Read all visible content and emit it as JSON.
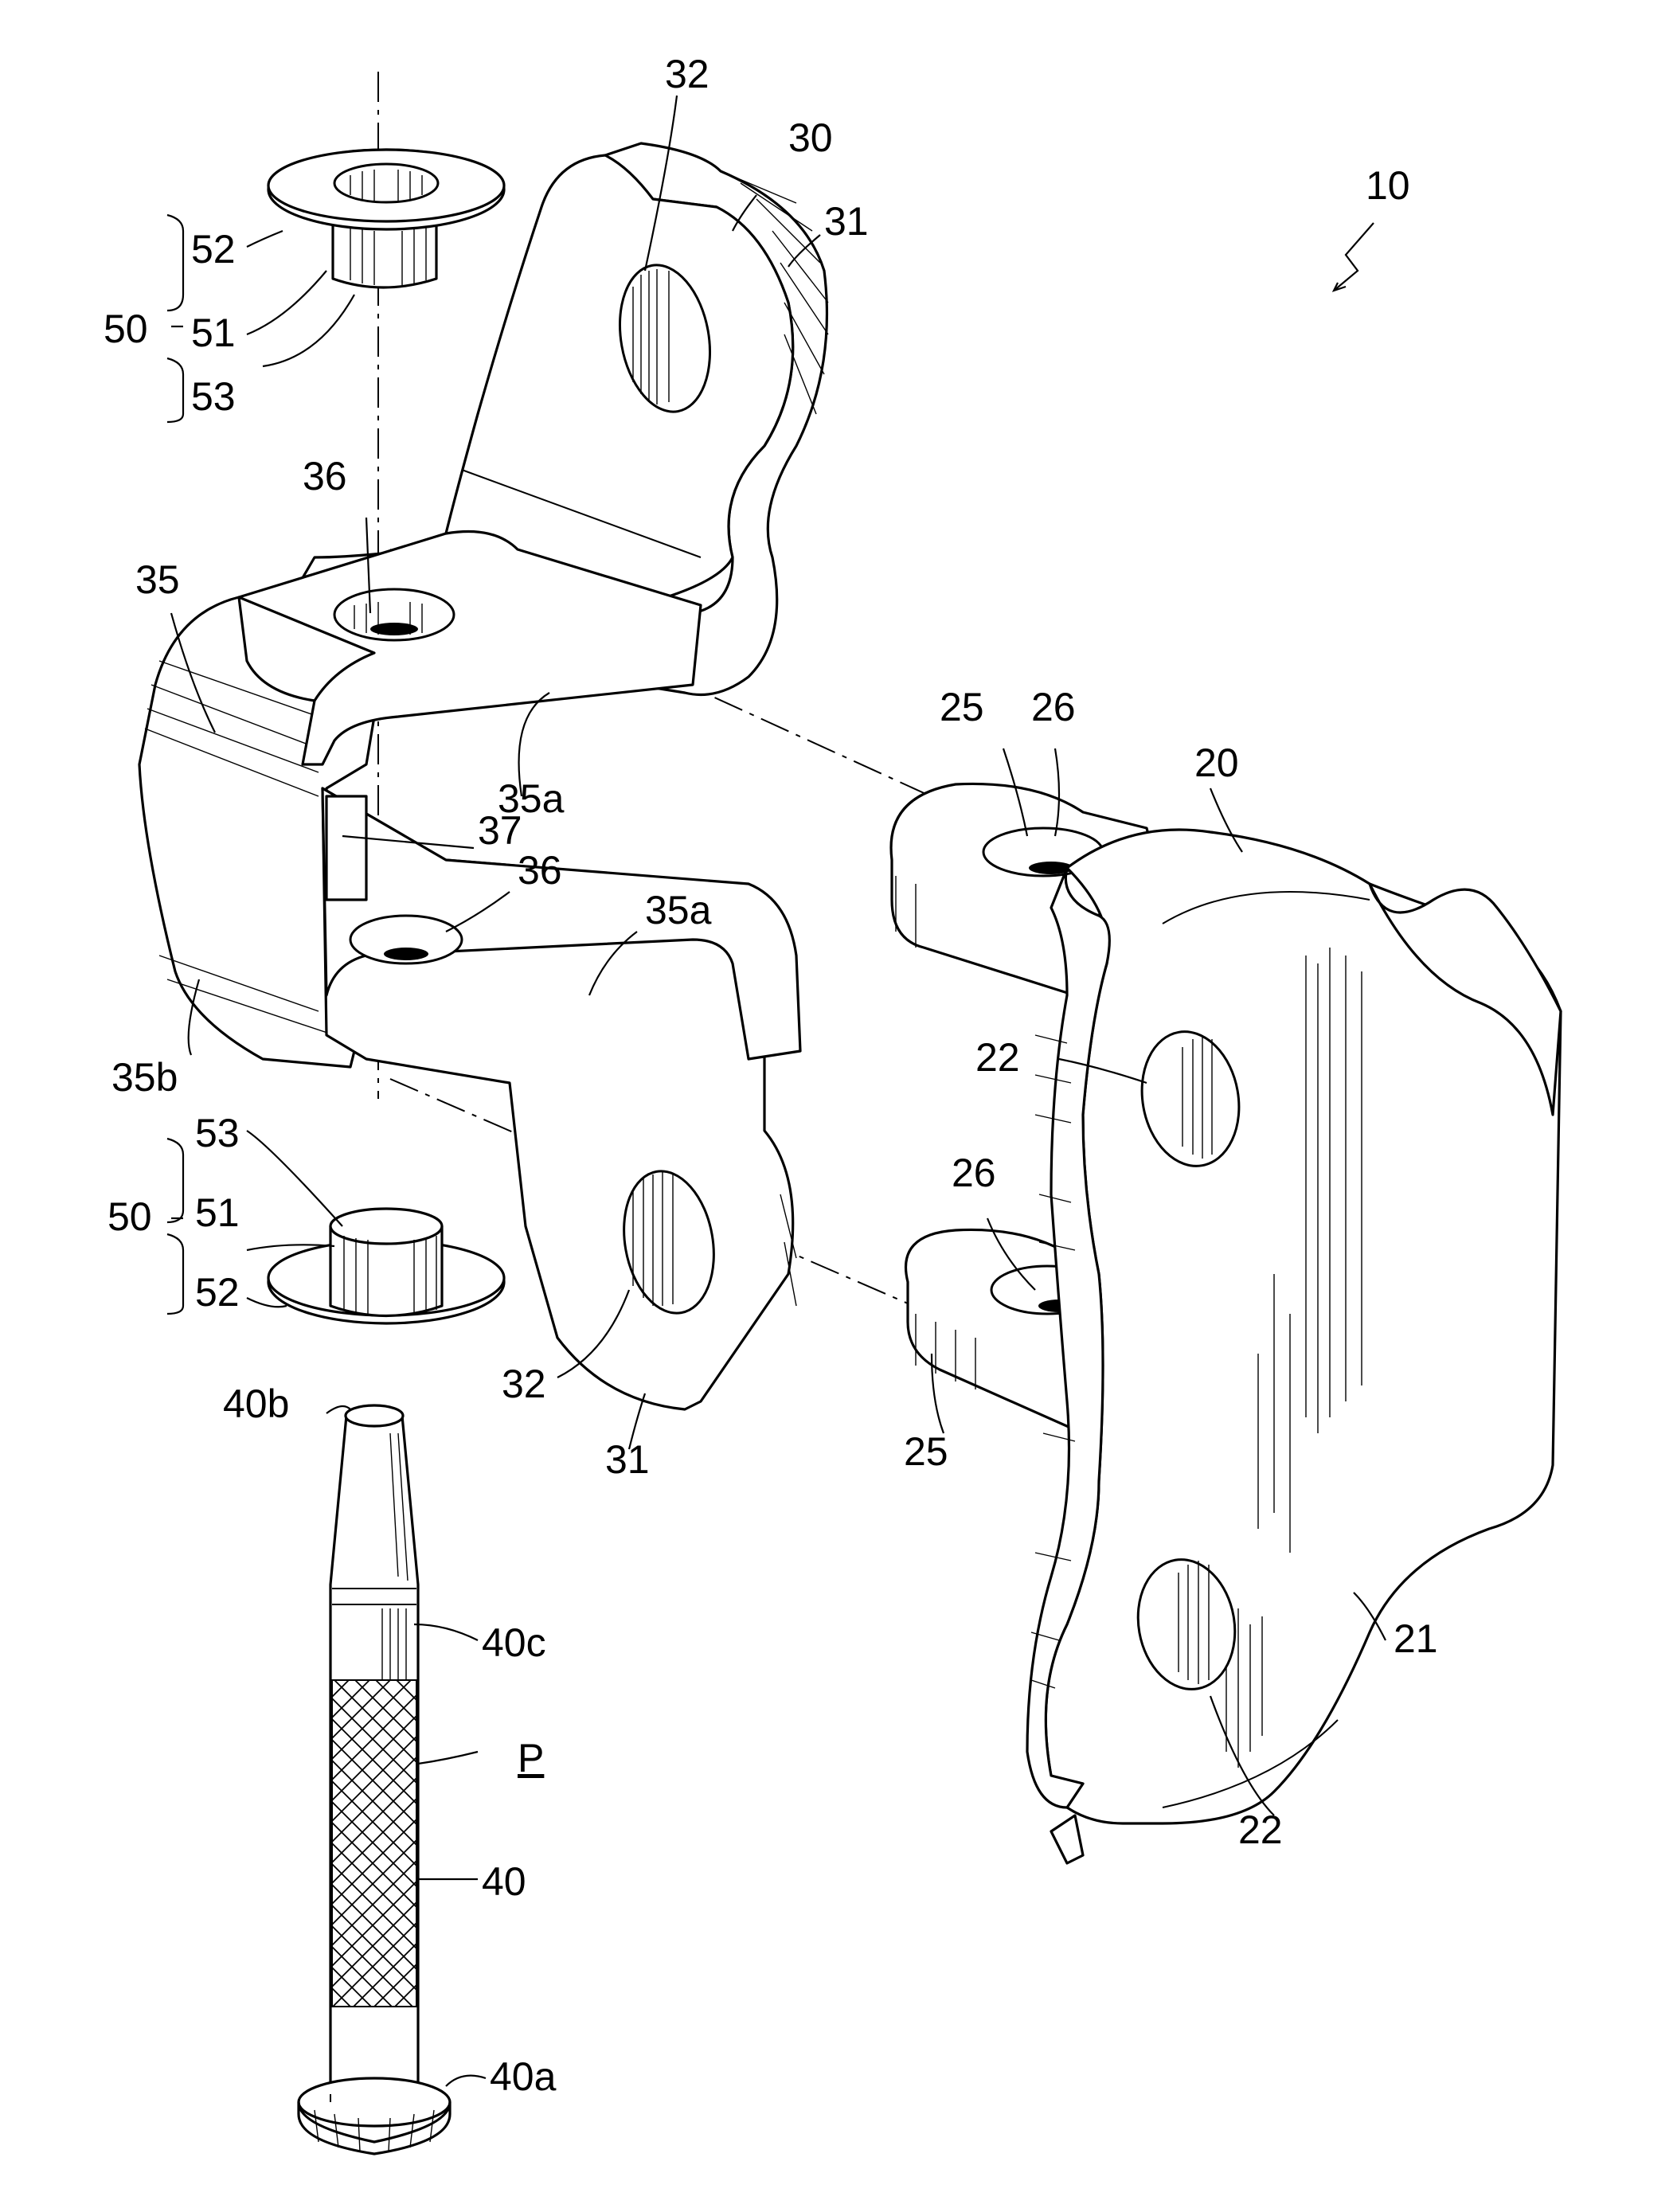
{
  "figure_ref": "10",
  "labels": {
    "l_32_top": "32",
    "l_30": "30",
    "l_31_top": "31",
    "l_10": "10",
    "l_52_top": "52",
    "l_50_top": "50",
    "l_51_top": "51",
    "l_53_top": "53",
    "l_36_top": "36",
    "l_35": "35",
    "l_35a_top": "35a",
    "l_37": "37",
    "l_36_mid": "36",
    "l_35a_mid": "35a",
    "l_35b": "35b",
    "l_25_top": "25",
    "l_26_top": "26",
    "l_20": "20",
    "l_22_mid": "22",
    "l_53_bot": "53",
    "l_50_bot": "50",
    "l_51_bot": "51",
    "l_52_bot": "52",
    "l_26_bot": "26",
    "l_40b": "40b",
    "l_32_bot": "32",
    "l_31_bot": "31",
    "l_25_bot": "25",
    "l_40c": "40c",
    "l_P": "P",
    "l_40": "40",
    "l_21": "21",
    "l_22_bot": "22",
    "l_40a": "40a"
  }
}
